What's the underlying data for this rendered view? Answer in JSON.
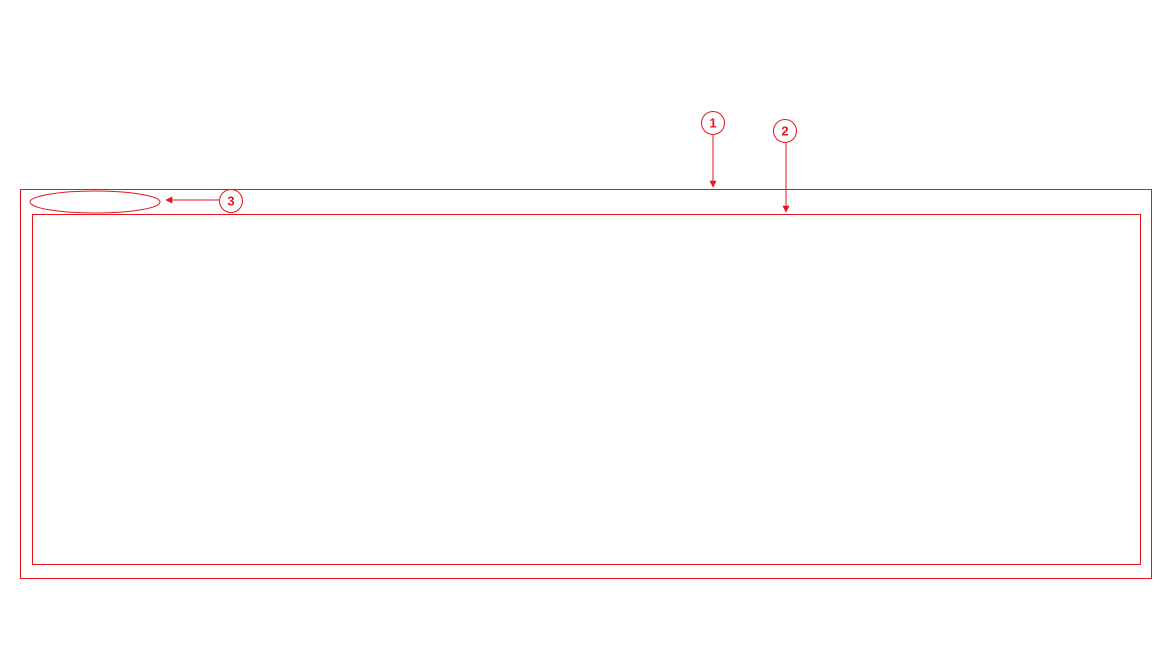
{
  "diagram": {
    "accent_color": "#e8141e",
    "background_color": "#ffffff",
    "callouts": [
      {
        "label": "1",
        "target": "outer-frame"
      },
      {
        "label": "2",
        "target": "inner-panel"
      },
      {
        "label": "3",
        "target": "title-slot"
      }
    ]
  }
}
